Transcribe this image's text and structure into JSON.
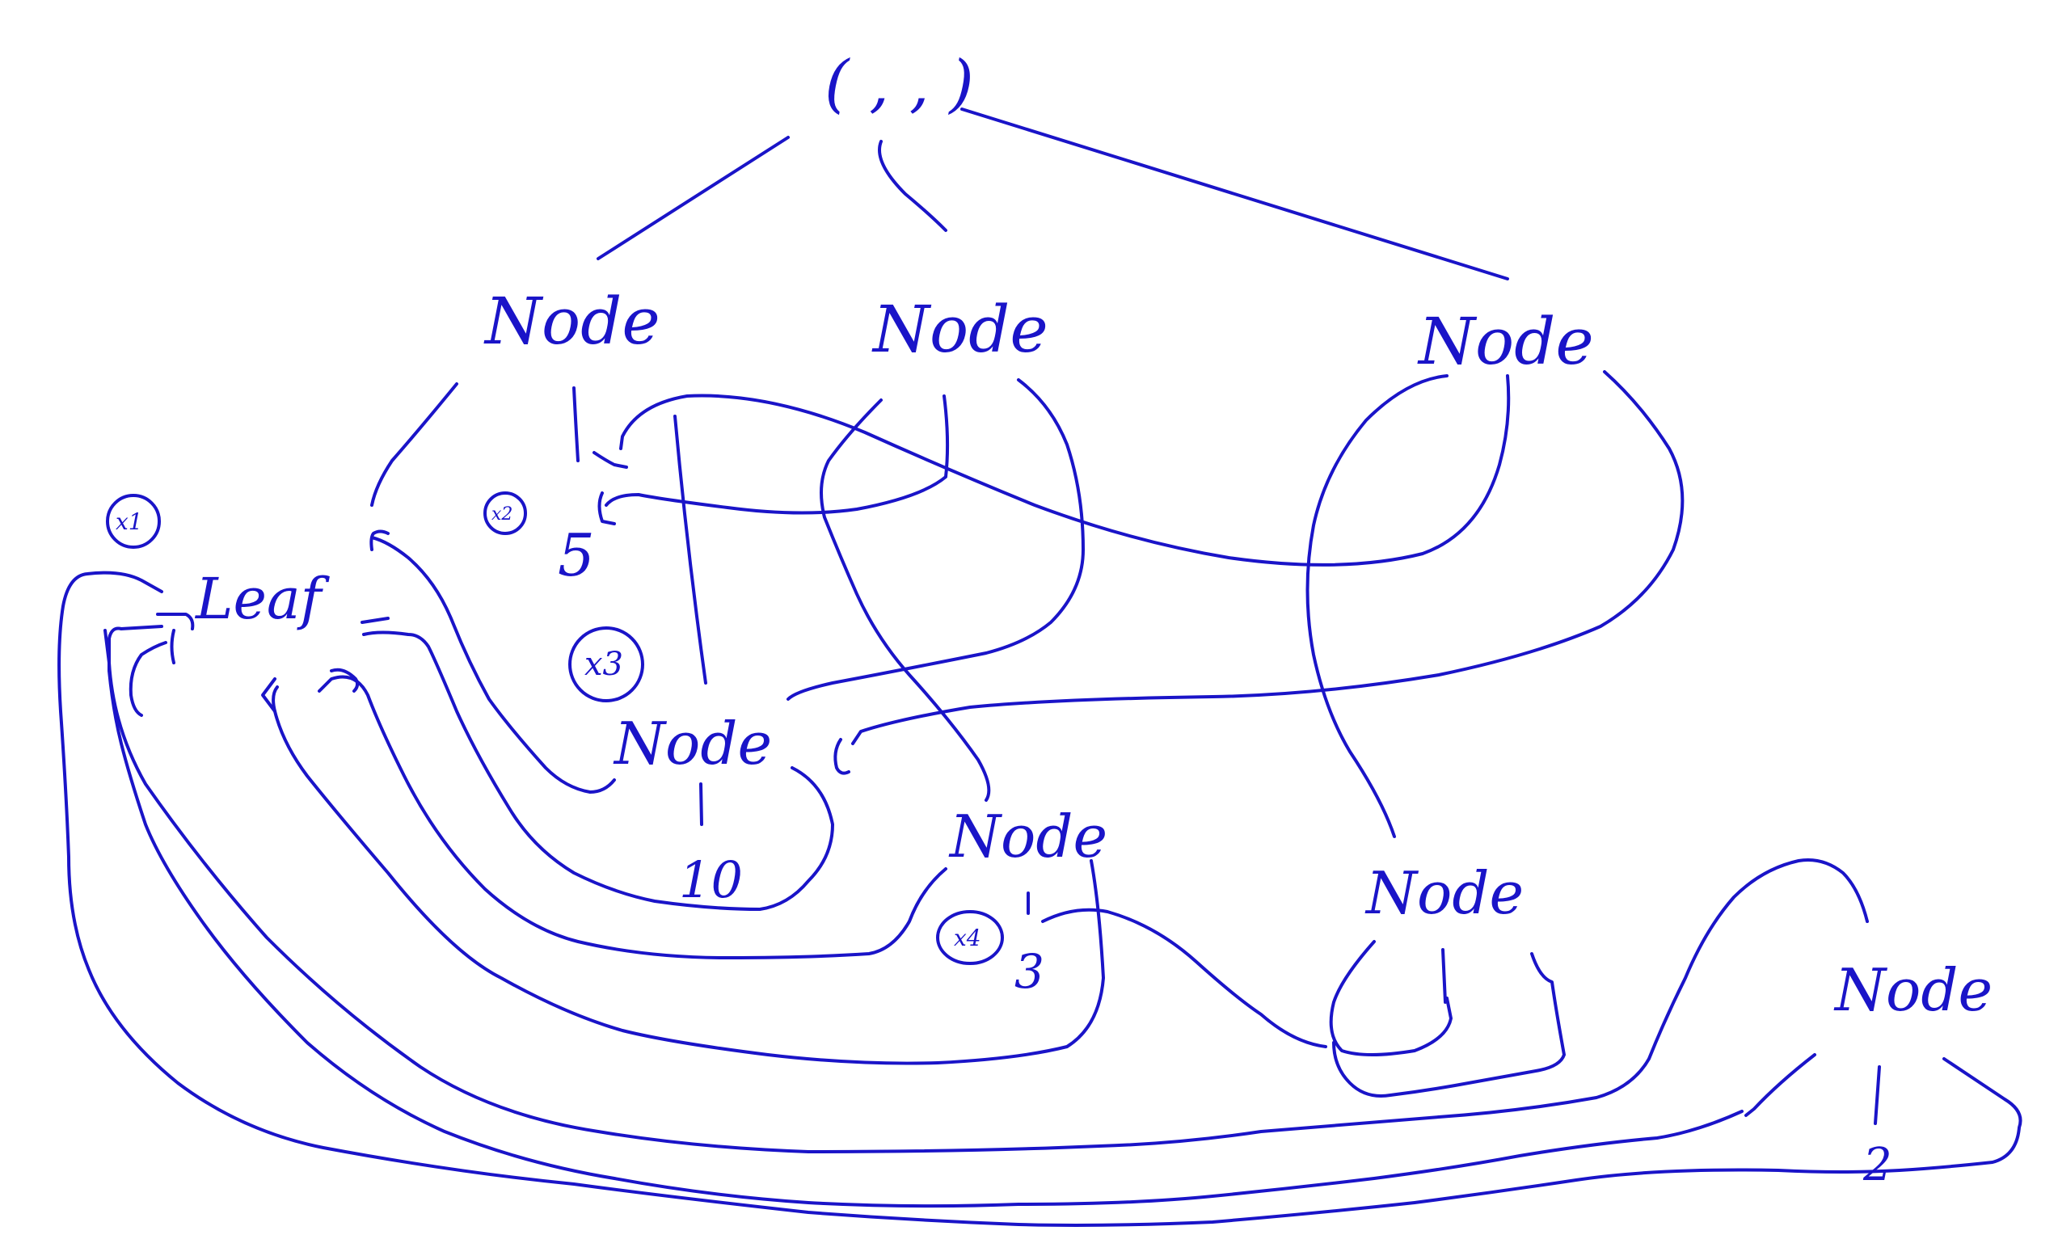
{
  "colors": {
    "ink": "#1a14c8",
    "background": "#ffffff"
  },
  "labels": {
    "root": "( , , )",
    "node_a": "Node",
    "node_b": "Node",
    "node_c": "Node",
    "leaf": "Leaf",
    "node_mid": "Node",
    "node_d": "Node",
    "node_e": "Node",
    "node_f": "Node",
    "value_5": "5",
    "value_10": "10",
    "value_3": "3",
    "value_2": "2",
    "marker_x1": "x1",
    "marker_x2": "x2",
    "marker_x3": "x3",
    "marker_x4": "x4"
  }
}
